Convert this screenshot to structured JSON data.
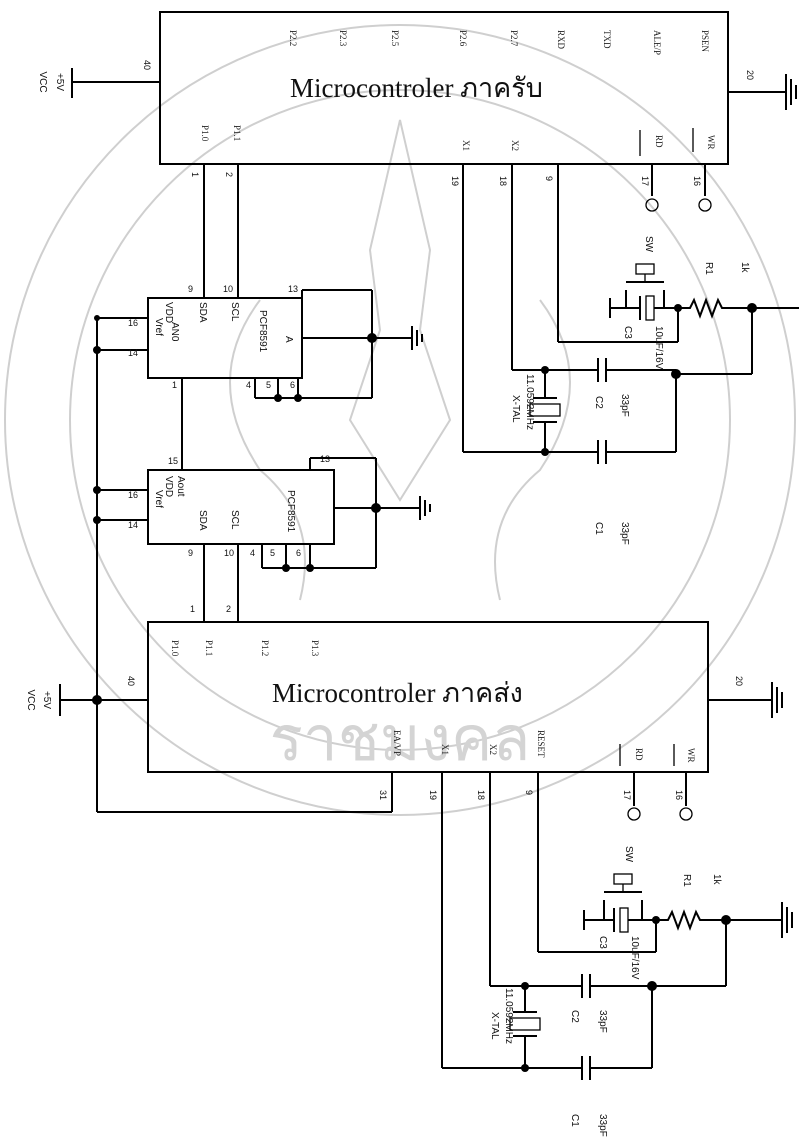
{
  "receiver": {
    "title": "Microcontroler ภาครับ",
    "pins_top": [
      "P2.2",
      "P2.3",
      "P2.5",
      "P2.6",
      "P2.7",
      "RXD",
      "TXD",
      "ALE/P",
      "PSEN"
    ],
    "pins_left": [
      "P1.0",
      "P1.1"
    ],
    "pins_bottom": [
      "X1",
      "X2",
      "RD",
      "WR"
    ],
    "num_vcc": "40",
    "num_gnd": "20",
    "num_p10": "1",
    "num_p11": "2",
    "num_x1": "19",
    "num_x2": "18",
    "num_rst": "9",
    "num_rd": "17",
    "num_wr": "16"
  },
  "sender": {
    "title": "Microcontroler ภาคส่ง",
    "pins_top": [
      "P1.0",
      "P1.1",
      "P1.2",
      "P1.3"
    ],
    "pins_bottom": [
      "EA/VP",
      "X1",
      "X2",
      "RESET",
      "RD",
      "WR"
    ],
    "num_vcc": "40",
    "num_gnd": "20",
    "num_p10": "1",
    "num_p11": "2",
    "num_ea": "31",
    "num_x1": "19",
    "num_x2": "18",
    "num_rst": "9",
    "num_rd": "17",
    "num_wr": "16"
  },
  "ic1": {
    "part": "PCF8591",
    "pins": [
      "Vref",
      "AN0",
      "VDD",
      "SDA",
      "SCL",
      "A"
    ],
    "nums": [
      "16",
      "14",
      "9",
      "10",
      "13",
      "4",
      "5",
      "6",
      "1"
    ]
  },
  "ic2": {
    "part": "PCF8591",
    "pins": [
      "Vref",
      "VDD",
      "Aout",
      "SDA",
      "SCL"
    ],
    "nums": [
      "16",
      "14",
      "15",
      "9",
      "10",
      "13",
      "4",
      "5",
      "6"
    ]
  },
  "power": {
    "vcc_top": "VCC",
    "v5_top": "+5V",
    "vcc_bottom": "VCC",
    "v5_bottom": "+5V"
  },
  "receiver_parts": {
    "sw": "SW",
    "r1": "R1",
    "r1_val": "1k",
    "c3": "C3",
    "c3_val": "10uF/16V",
    "c2": "C2",
    "c2_val": "33pF",
    "c1": "C1",
    "c1_val": "33pF",
    "xtal": "X-TAL",
    "xtal_val": "11.0592MHz"
  },
  "sender_parts": {
    "sw": "SW",
    "r1": "R1",
    "r1_val": "1k",
    "c3": "C3",
    "c3_val": "10uF/16V",
    "c2": "C2",
    "c2_val": "33pF",
    "c1": "C1",
    "c1_val": "33pF",
    "xtal": "X-TAL",
    "xtal_val": "11.0592MHz"
  },
  "watermark": {
    "seal": "ราชมงคล"
  }
}
